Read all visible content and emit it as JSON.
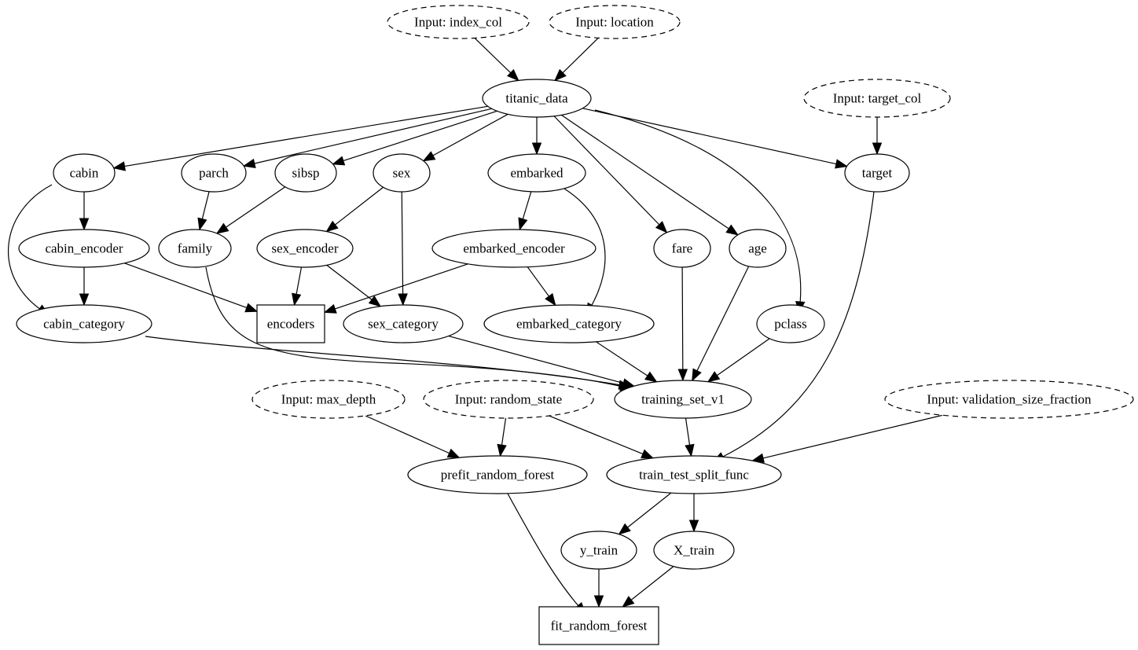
{
  "graph": {
    "kind": "directed-dataflow",
    "nodes": [
      {
        "id": "input_index_col",
        "label": "Input: index_col",
        "shape": "ellipse",
        "style": "dashed"
      },
      {
        "id": "input_location",
        "label": "Input: location",
        "shape": "ellipse",
        "style": "dashed"
      },
      {
        "id": "titanic_data",
        "label": "titanic_data",
        "shape": "ellipse",
        "style": "solid"
      },
      {
        "id": "input_target_col",
        "label": "Input: target_col",
        "shape": "ellipse",
        "style": "dashed"
      },
      {
        "id": "cabin",
        "label": "cabin",
        "shape": "ellipse",
        "style": "solid"
      },
      {
        "id": "parch",
        "label": "parch",
        "shape": "ellipse",
        "style": "solid"
      },
      {
        "id": "sibsp",
        "label": "sibsp",
        "shape": "ellipse",
        "style": "solid"
      },
      {
        "id": "sex",
        "label": "sex",
        "shape": "ellipse",
        "style": "solid"
      },
      {
        "id": "embarked",
        "label": "embarked",
        "shape": "ellipse",
        "style": "solid"
      },
      {
        "id": "target",
        "label": "target",
        "shape": "ellipse",
        "style": "solid"
      },
      {
        "id": "cabin_encoder",
        "label": "cabin_encoder",
        "shape": "ellipse",
        "style": "solid"
      },
      {
        "id": "family",
        "label": "family",
        "shape": "ellipse",
        "style": "solid"
      },
      {
        "id": "sex_encoder",
        "label": "sex_encoder",
        "shape": "ellipse",
        "style": "solid"
      },
      {
        "id": "embarked_encoder",
        "label": "embarked_encoder",
        "shape": "ellipse",
        "style": "solid"
      },
      {
        "id": "fare",
        "label": "fare",
        "shape": "ellipse",
        "style": "solid"
      },
      {
        "id": "age",
        "label": "age",
        "shape": "ellipse",
        "style": "solid"
      },
      {
        "id": "cabin_category",
        "label": "cabin_category",
        "shape": "ellipse",
        "style": "solid"
      },
      {
        "id": "encoders",
        "label": "encoders",
        "shape": "box",
        "style": "solid"
      },
      {
        "id": "sex_category",
        "label": "sex_category",
        "shape": "ellipse",
        "style": "solid"
      },
      {
        "id": "embarked_category",
        "label": "embarked_category",
        "shape": "ellipse",
        "style": "solid"
      },
      {
        "id": "pclass",
        "label": "pclass",
        "shape": "ellipse",
        "style": "solid"
      },
      {
        "id": "input_max_depth",
        "label": "Input: max_depth",
        "shape": "ellipse",
        "style": "dashed"
      },
      {
        "id": "input_random_state",
        "label": "Input: random_state",
        "shape": "ellipse",
        "style": "dashed"
      },
      {
        "id": "training_set_v1",
        "label": "training_set_v1",
        "shape": "ellipse",
        "style": "solid"
      },
      {
        "id": "input_validation_size_fraction",
        "label": "Input: validation_size_fraction",
        "shape": "ellipse",
        "style": "dashed"
      },
      {
        "id": "prefit_random_forest",
        "label": "prefit_random_forest",
        "shape": "ellipse",
        "style": "solid"
      },
      {
        "id": "train_test_split_func",
        "label": "train_test_split_func",
        "shape": "ellipse",
        "style": "solid"
      },
      {
        "id": "y_train",
        "label": "y_train",
        "shape": "ellipse",
        "style": "solid"
      },
      {
        "id": "X_train",
        "label": "X_train",
        "shape": "ellipse",
        "style": "solid"
      },
      {
        "id": "fit_random_forest",
        "label": "fit_random_forest",
        "shape": "box",
        "style": "solid"
      }
    ],
    "edges": [
      {
        "from": "input_index_col",
        "to": "titanic_data"
      },
      {
        "from": "input_location",
        "to": "titanic_data"
      },
      {
        "from": "titanic_data",
        "to": "cabin"
      },
      {
        "from": "titanic_data",
        "to": "parch"
      },
      {
        "from": "titanic_data",
        "to": "sibsp"
      },
      {
        "from": "titanic_data",
        "to": "sex"
      },
      {
        "from": "titanic_data",
        "to": "embarked"
      },
      {
        "from": "titanic_data",
        "to": "fare"
      },
      {
        "from": "titanic_data",
        "to": "age"
      },
      {
        "from": "titanic_data",
        "to": "pclass"
      },
      {
        "from": "titanic_data",
        "to": "target"
      },
      {
        "from": "input_target_col",
        "to": "target"
      },
      {
        "from": "cabin",
        "to": "cabin_encoder"
      },
      {
        "from": "cabin",
        "to": "cabin_category"
      },
      {
        "from": "cabin_encoder",
        "to": "cabin_category"
      },
      {
        "from": "cabin_encoder",
        "to": "encoders"
      },
      {
        "from": "parch",
        "to": "family"
      },
      {
        "from": "sibsp",
        "to": "family"
      },
      {
        "from": "sex",
        "to": "sex_encoder"
      },
      {
        "from": "sex",
        "to": "sex_category"
      },
      {
        "from": "sex_encoder",
        "to": "encoders"
      },
      {
        "from": "sex_encoder",
        "to": "sex_category"
      },
      {
        "from": "embarked",
        "to": "embarked_encoder"
      },
      {
        "from": "embarked",
        "to": "embarked_category"
      },
      {
        "from": "embarked_encoder",
        "to": "encoders"
      },
      {
        "from": "embarked_encoder",
        "to": "embarked_category"
      },
      {
        "from": "cabin_category",
        "to": "training_set_v1"
      },
      {
        "from": "family",
        "to": "training_set_v1"
      },
      {
        "from": "sex_category",
        "to": "training_set_v1"
      },
      {
        "from": "embarked_category",
        "to": "training_set_v1"
      },
      {
        "from": "fare",
        "to": "training_set_v1"
      },
      {
        "from": "age",
        "to": "training_set_v1"
      },
      {
        "from": "pclass",
        "to": "training_set_v1"
      },
      {
        "from": "input_max_depth",
        "to": "prefit_random_forest"
      },
      {
        "from": "input_random_state",
        "to": "prefit_random_forest"
      },
      {
        "from": "input_random_state",
        "to": "train_test_split_func"
      },
      {
        "from": "training_set_v1",
        "to": "train_test_split_func"
      },
      {
        "from": "target",
        "to": "train_test_split_func"
      },
      {
        "from": "input_validation_size_fraction",
        "to": "train_test_split_func"
      },
      {
        "from": "train_test_split_func",
        "to": "y_train"
      },
      {
        "from": "train_test_split_func",
        "to": "X_train"
      },
      {
        "from": "prefit_random_forest",
        "to": "fit_random_forest"
      },
      {
        "from": "y_train",
        "to": "fit_random_forest"
      },
      {
        "from": "X_train",
        "to": "fit_random_forest"
      }
    ]
  }
}
